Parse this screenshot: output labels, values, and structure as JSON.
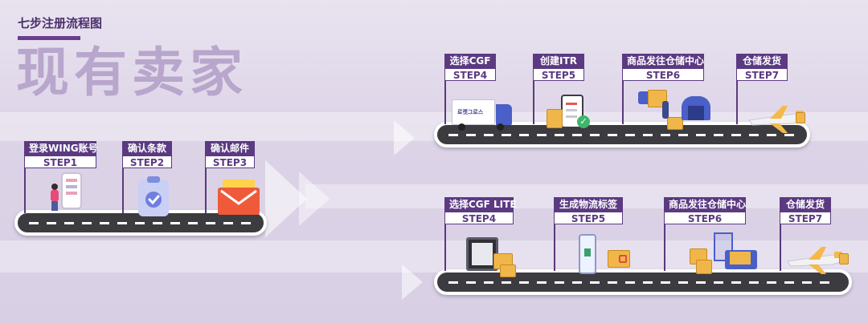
{
  "header": {
    "label": "七步注册流程图",
    "title": "现有卖家"
  },
  "row_left": {
    "steps": [
      {
        "title": "登录WING账号",
        "step": "STEP1"
      },
      {
        "title": "确认条款",
        "step": "STEP2"
      },
      {
        "title": "确认邮件",
        "step": "STEP3"
      }
    ]
  },
  "row_top": {
    "steps": [
      {
        "title": "选择CGF",
        "step": "STEP4"
      },
      {
        "title": "创建ITR",
        "step": "STEP5"
      },
      {
        "title": "商品发往仓储中心",
        "step": "STEP6"
      },
      {
        "title": "仓储发货",
        "step": "STEP7"
      }
    ],
    "truck_logo": "로켓그로스"
  },
  "row_bottom": {
    "steps": [
      {
        "title": "选择CGF LITE",
        "step": "STEP4"
      },
      {
        "title": "生成物流标签",
        "step": "STEP5"
      },
      {
        "title": "商品发往仓储中心",
        "step": "STEP6"
      },
      {
        "title": "仓储发货",
        "step": "STEP7"
      }
    ]
  },
  "colors": {
    "accent": "#5b3a82",
    "title_faded": "#b8a6cc",
    "road": "#3b3b40",
    "box": "#f0b64a"
  }
}
